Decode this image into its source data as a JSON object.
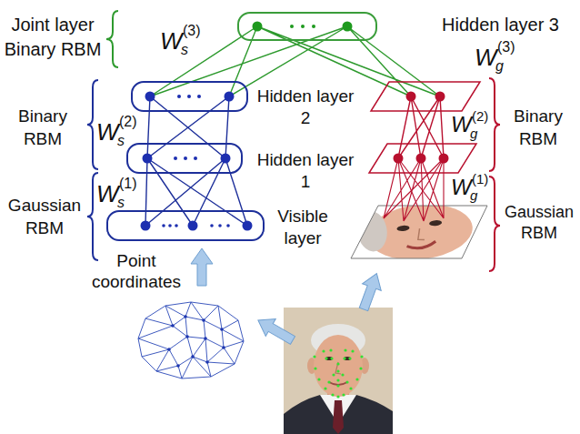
{
  "diagram": {
    "labels": [
      "Joint layer Binary RBM",
      "W",
      "s",
      "(3)",
      "Hidden layer 3",
      "W",
      "g",
      "(3)",
      "Binary RBM",
      "W",
      "s",
      "(2)",
      "Hidden layer 2",
      "W",
      "g",
      "(2)",
      "Binary RBM",
      "Hidden layer 1",
      "W",
      "s",
      "(1)",
      "Gaussian RBM",
      "Visible layer",
      "W",
      "g",
      "(1)",
      "Gaussian RBM",
      "Point coordinates"
    ]
  }
}
